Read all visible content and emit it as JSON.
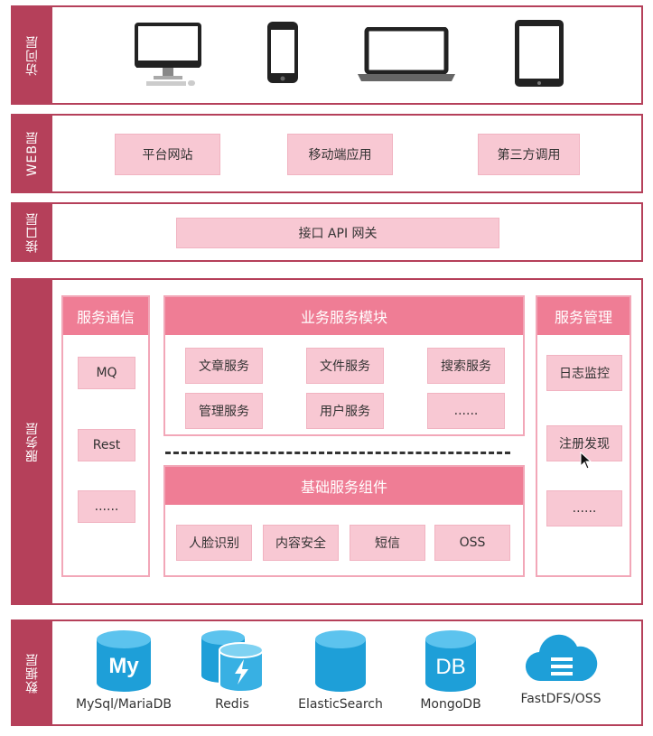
{
  "layers": {
    "access": {
      "label": "访问层"
    },
    "web": {
      "label": "WEB层",
      "items": [
        "平台网站",
        "移动端应用",
        "第三方调用"
      ]
    },
    "interface": {
      "label": "接口层",
      "gateway": "接口 API 网关"
    },
    "service": {
      "label": "服务层",
      "communication": {
        "title": "服务通信",
        "items": [
          "MQ",
          "Rest",
          "......"
        ]
      },
      "business": {
        "title": "业务服务模块",
        "items": [
          "文章服务",
          "文件服务",
          "搜索服务",
          "管理服务",
          "用户服务",
          "......"
        ]
      },
      "base": {
        "title": "基础服务组件",
        "items": [
          "人脸识别",
          "内容安全",
          "短信",
          "OSS"
        ]
      },
      "management": {
        "title": "服务管理",
        "items": [
          "日志监控",
          "注册发现",
          "......"
        ]
      }
    },
    "data": {
      "label": "数据层",
      "stores": [
        "MySql/MariaDB",
        "Redis",
        "ElasticSearch",
        "MongoDB",
        "FastDFS/OSS"
      ],
      "icon_texts": {
        "mysql": "My",
        "mongo": "DB"
      }
    }
  },
  "icons": [
    "desktop-icon",
    "phone-icon",
    "laptop-icon",
    "tablet-icon",
    "mouse-cursor-icon"
  ],
  "colors": {
    "layer_border": "#b5405a",
    "box_fill": "#f8c8d3",
    "header_fill": "#ef7d95",
    "db_blue": "#1e9fd8"
  }
}
